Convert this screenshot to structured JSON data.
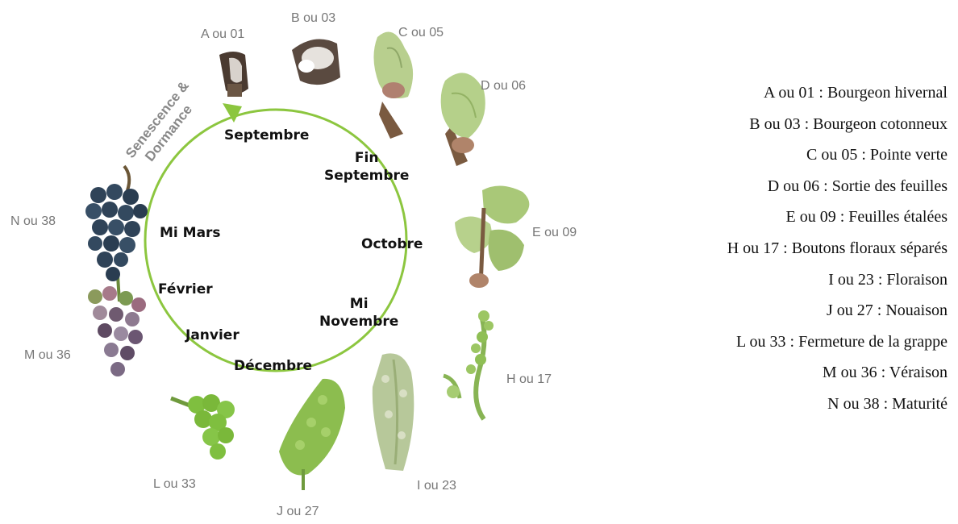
{
  "cycle": {
    "dormancy_line1": "Senescence &",
    "dormancy_line2": "Dormance",
    "months": {
      "septembre": "Septembre",
      "fin_septembre_1": "Fin",
      "fin_septembre_2": "Septembre",
      "octobre": "Octobre",
      "mi_novembre_1": "Mi",
      "mi_novembre_2": "Novembre",
      "decembre": "Décembre",
      "janvier": "Janvier",
      "fevrier": "Février",
      "mi_mars": "Mi Mars"
    }
  },
  "stages": {
    "a": "A ou 01",
    "b": "B ou 03",
    "c": "C  ou 05",
    "d": "D  ou 06",
    "e": "E  ou 09",
    "h": "H  ou 17",
    "i": "I  ou 23",
    "j": "J  ou 27",
    "l": "L  ou 33",
    "m": "M  ou 36",
    "n": "N  ou 38"
  },
  "legend": [
    "A ou 01 : Bourgeon hivernal",
    "B ou 03 : Bourgeon cotonneux",
    "C ou 05 : Pointe verte",
    "D ou 06 : Sortie des feuilles",
    "E ou 09 : Feuilles étalées",
    "H ou 17 : Boutons floraux séparés",
    "I ou 23 : Floraison",
    "J ou 27 : Nouaison",
    "L ou 33 : Fermeture de la grappe",
    "M ou 36 : Véraison",
    "N ou 38 : Maturité"
  ],
  "colors": {
    "cycle_green": "#8cc63f",
    "leaf_green": "#a9c878",
    "berry_green": "#7fbf3f",
    "grape_dark": "#2f4358",
    "bud_brown": "#5a4636"
  }
}
